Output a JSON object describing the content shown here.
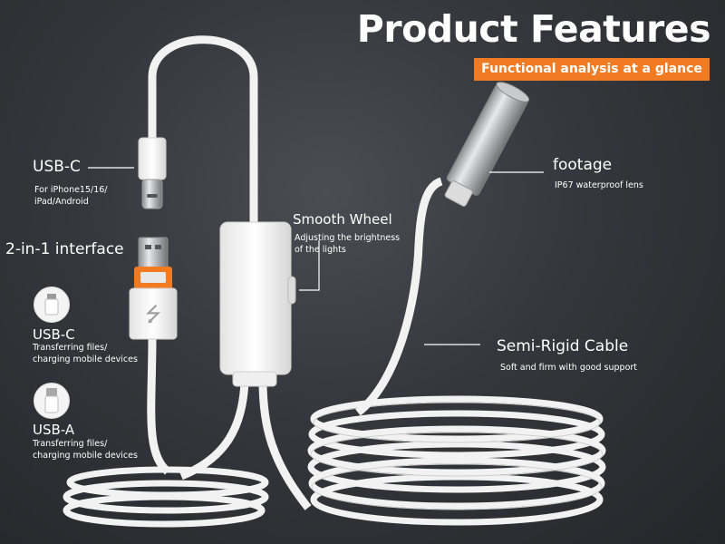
{
  "header": {
    "title": "Product Features",
    "badge": "Functional analysis at a glance",
    "accent_color": "#f07b22"
  },
  "features": {
    "usb_c": {
      "label": "USB-C",
      "desc_line1": "For iPhone15/16/",
      "desc_line2": "iPad/Android"
    },
    "interface": {
      "label": "2-in-1 interface"
    },
    "usb_c_port": {
      "label": "USB-C",
      "desc_line1": "Transferring files/",
      "desc_line2": "charging mobile devices",
      "icon": "usb-c-port-icon"
    },
    "usb_a_port": {
      "label": "USB-A",
      "desc_line1": "Transferring files/",
      "desc_line2": "charging mobile devices",
      "icon": "usb-a-port-icon"
    },
    "wheel": {
      "label": "Smooth Wheel",
      "desc_line1": "Adjusting the brightness",
      "desc_line2": "of the lights"
    },
    "footage": {
      "label": "footage",
      "desc": "IP67 waterproof lens"
    },
    "cable": {
      "label": "Semi-Rigid Cable",
      "desc": "Soft and firm with good support"
    }
  }
}
